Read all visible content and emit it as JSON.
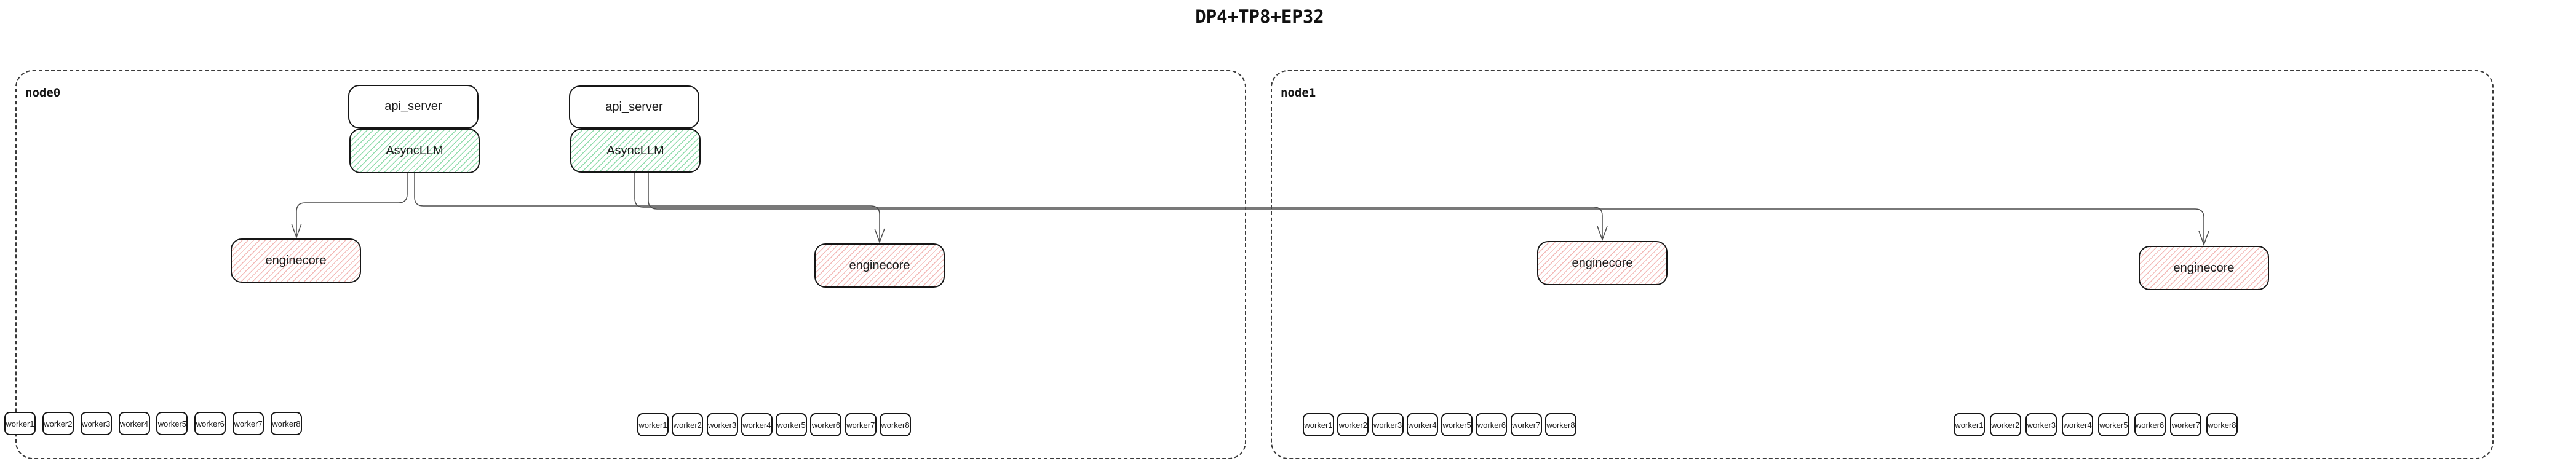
{
  "title": "DP4+TP8+EP32",
  "node0": {
    "label": "node0"
  },
  "node1": {
    "label": "node1"
  },
  "api_servers": [
    "api_server",
    "api_server"
  ],
  "asyncllms": [
    "AsyncLLM",
    "AsyncLLM"
  ],
  "enginecores": [
    "enginecore",
    "enginecore",
    "enginecore",
    "enginecore"
  ],
  "worker_groups": [
    {
      "workers": [
        "worker1",
        "worker2",
        "worker3",
        "worker4",
        "worker5",
        "worker6",
        "worker7",
        "worker8"
      ]
    },
    {
      "workers": [
        "worker1",
        "worker2",
        "worker3",
        "worker4",
        "worker5",
        "worker6",
        "worker7",
        "worker8"
      ]
    },
    {
      "workers": [
        "worker1",
        "worker2",
        "worker3",
        "worker4",
        "worker5",
        "worker6",
        "worker7",
        "worker8"
      ]
    },
    {
      "workers": [
        "worker1",
        "worker2",
        "worker3",
        "worker4",
        "worker5",
        "worker6",
        "worker7",
        "worker8"
      ]
    }
  ],
  "edges": [
    {
      "from": "AsyncLLM-1",
      "to": "enginecore-1"
    },
    {
      "from": "AsyncLLM-1",
      "to": "enginecore-2"
    },
    {
      "from": "AsyncLLM-2",
      "to": "enginecore-3"
    },
    {
      "from": "AsyncLLM-2",
      "to": "enginecore-4"
    }
  ],
  "colors": {
    "border": "#161616",
    "edge": "#4d4d4d",
    "node_border": "#3a3a3a",
    "asyncllm_hatch": "#8fdcab",
    "enginecore_hatch": "#f3b8b6",
    "text": "#1c1c1c"
  }
}
